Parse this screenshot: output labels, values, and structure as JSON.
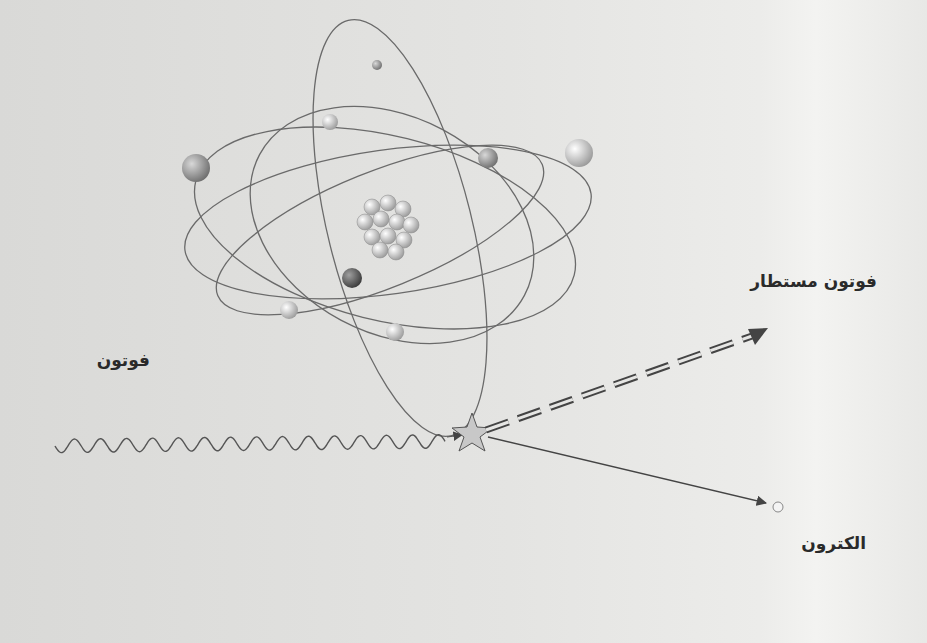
{
  "diagram": {
    "labels": [
      "فوتون",
      "فوتون مستطار",
      "الكترون"
    ]
  }
}
